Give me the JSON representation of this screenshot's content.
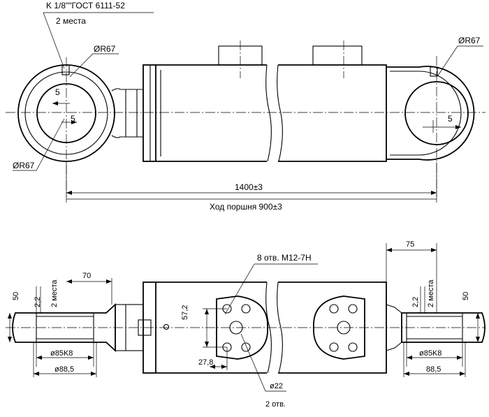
{
  "labels": {
    "thread_spec": "K 1/8\"\"ГОСТ 6111-52",
    "two_places_top": "2 места",
    "radius_left_top": "ØR67",
    "radius_left_bottom": "ØR67",
    "radius_right": "ØR67",
    "dim_5a": "5",
    "dim_5b": "5",
    "dim_5c": "5",
    "length_total": "1400±3",
    "stroke": "Ход поршня 900±3",
    "holes_spec": "8 отв. M12-7H",
    "dim_70": "70",
    "dim_75": "75",
    "dim_50_left": "50",
    "dim_50_right": "50",
    "dim_22_left": "2,2",
    "dim_22_right": "2,2",
    "two_places_left": "2 места",
    "two_places_right": "2 места",
    "dim_572": "57,2",
    "dim_278": "27,8",
    "bore_left": "ø85K8",
    "bore_right": "ø85K8",
    "od_left": "ø88,5",
    "od_right": "88,5",
    "dia_22": "ø22",
    "two_holes": "2 отв."
  }
}
